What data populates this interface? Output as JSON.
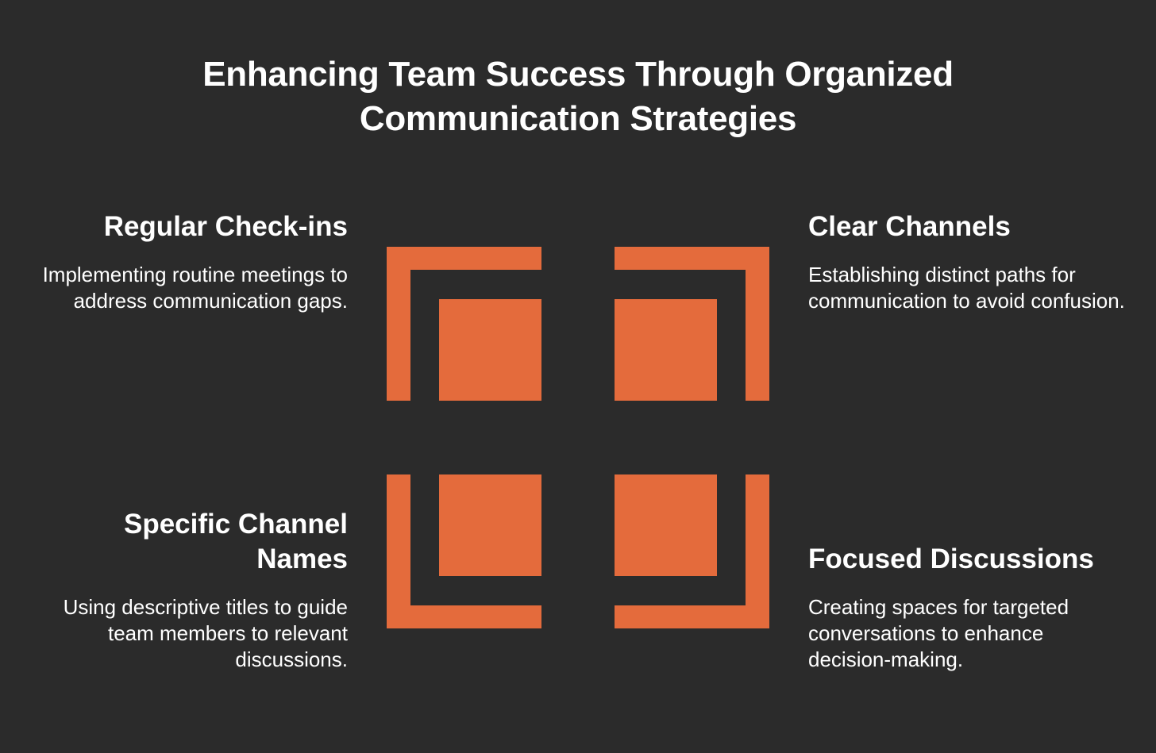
{
  "title": {
    "line1": "Enhancing Team Success Through Organized",
    "line2": "Communication Strategies"
  },
  "quadrants": {
    "top_left": {
      "heading": "Regular Check-ins",
      "description": "Implementing routine meetings to address communication gaps."
    },
    "top_right": {
      "heading": "Clear Channels",
      "description": "Establishing distinct paths for communication to avoid confusion."
    },
    "bottom_left": {
      "heading": "Specific Channel Names",
      "description": "Using descriptive titles to guide team members to relevant discussions."
    },
    "bottom_right": {
      "heading": "Focused Discussions",
      "description": "Creating spaces for targeted conversations to enhance decision-making."
    }
  },
  "colors": {
    "background": "#2b2b2b",
    "accent": "#e46b3c",
    "text": "#ffffff"
  }
}
